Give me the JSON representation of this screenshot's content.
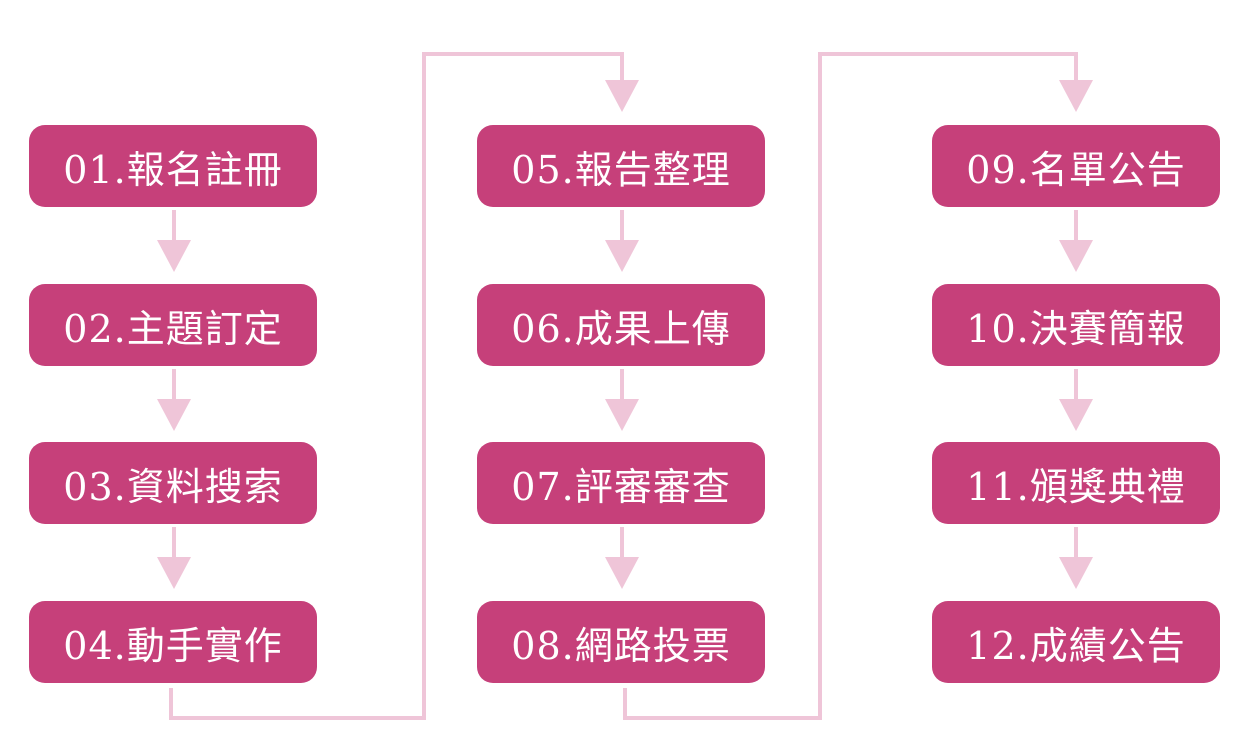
{
  "colors": {
    "box_fill": "#c6407a",
    "box_text": "#ffffff",
    "connector": "#efc5d8"
  },
  "columns": [
    {
      "steps": [
        {
          "label": "01.報名註冊"
        },
        {
          "label": "02.主題訂定"
        },
        {
          "label": "03.資料搜索"
        },
        {
          "label": "04.動手實作"
        }
      ]
    },
    {
      "steps": [
        {
          "label": "05.報告整理"
        },
        {
          "label": "06.成果上傳"
        },
        {
          "label": "07.評審審查"
        },
        {
          "label": "08.網路投票"
        }
      ]
    },
    {
      "steps": [
        {
          "label": "09.名單公告"
        },
        {
          "label": "10.決賽簡報"
        },
        {
          "label": "11.頒獎典禮"
        },
        {
          "label": "12.成績公告"
        }
      ]
    }
  ]
}
